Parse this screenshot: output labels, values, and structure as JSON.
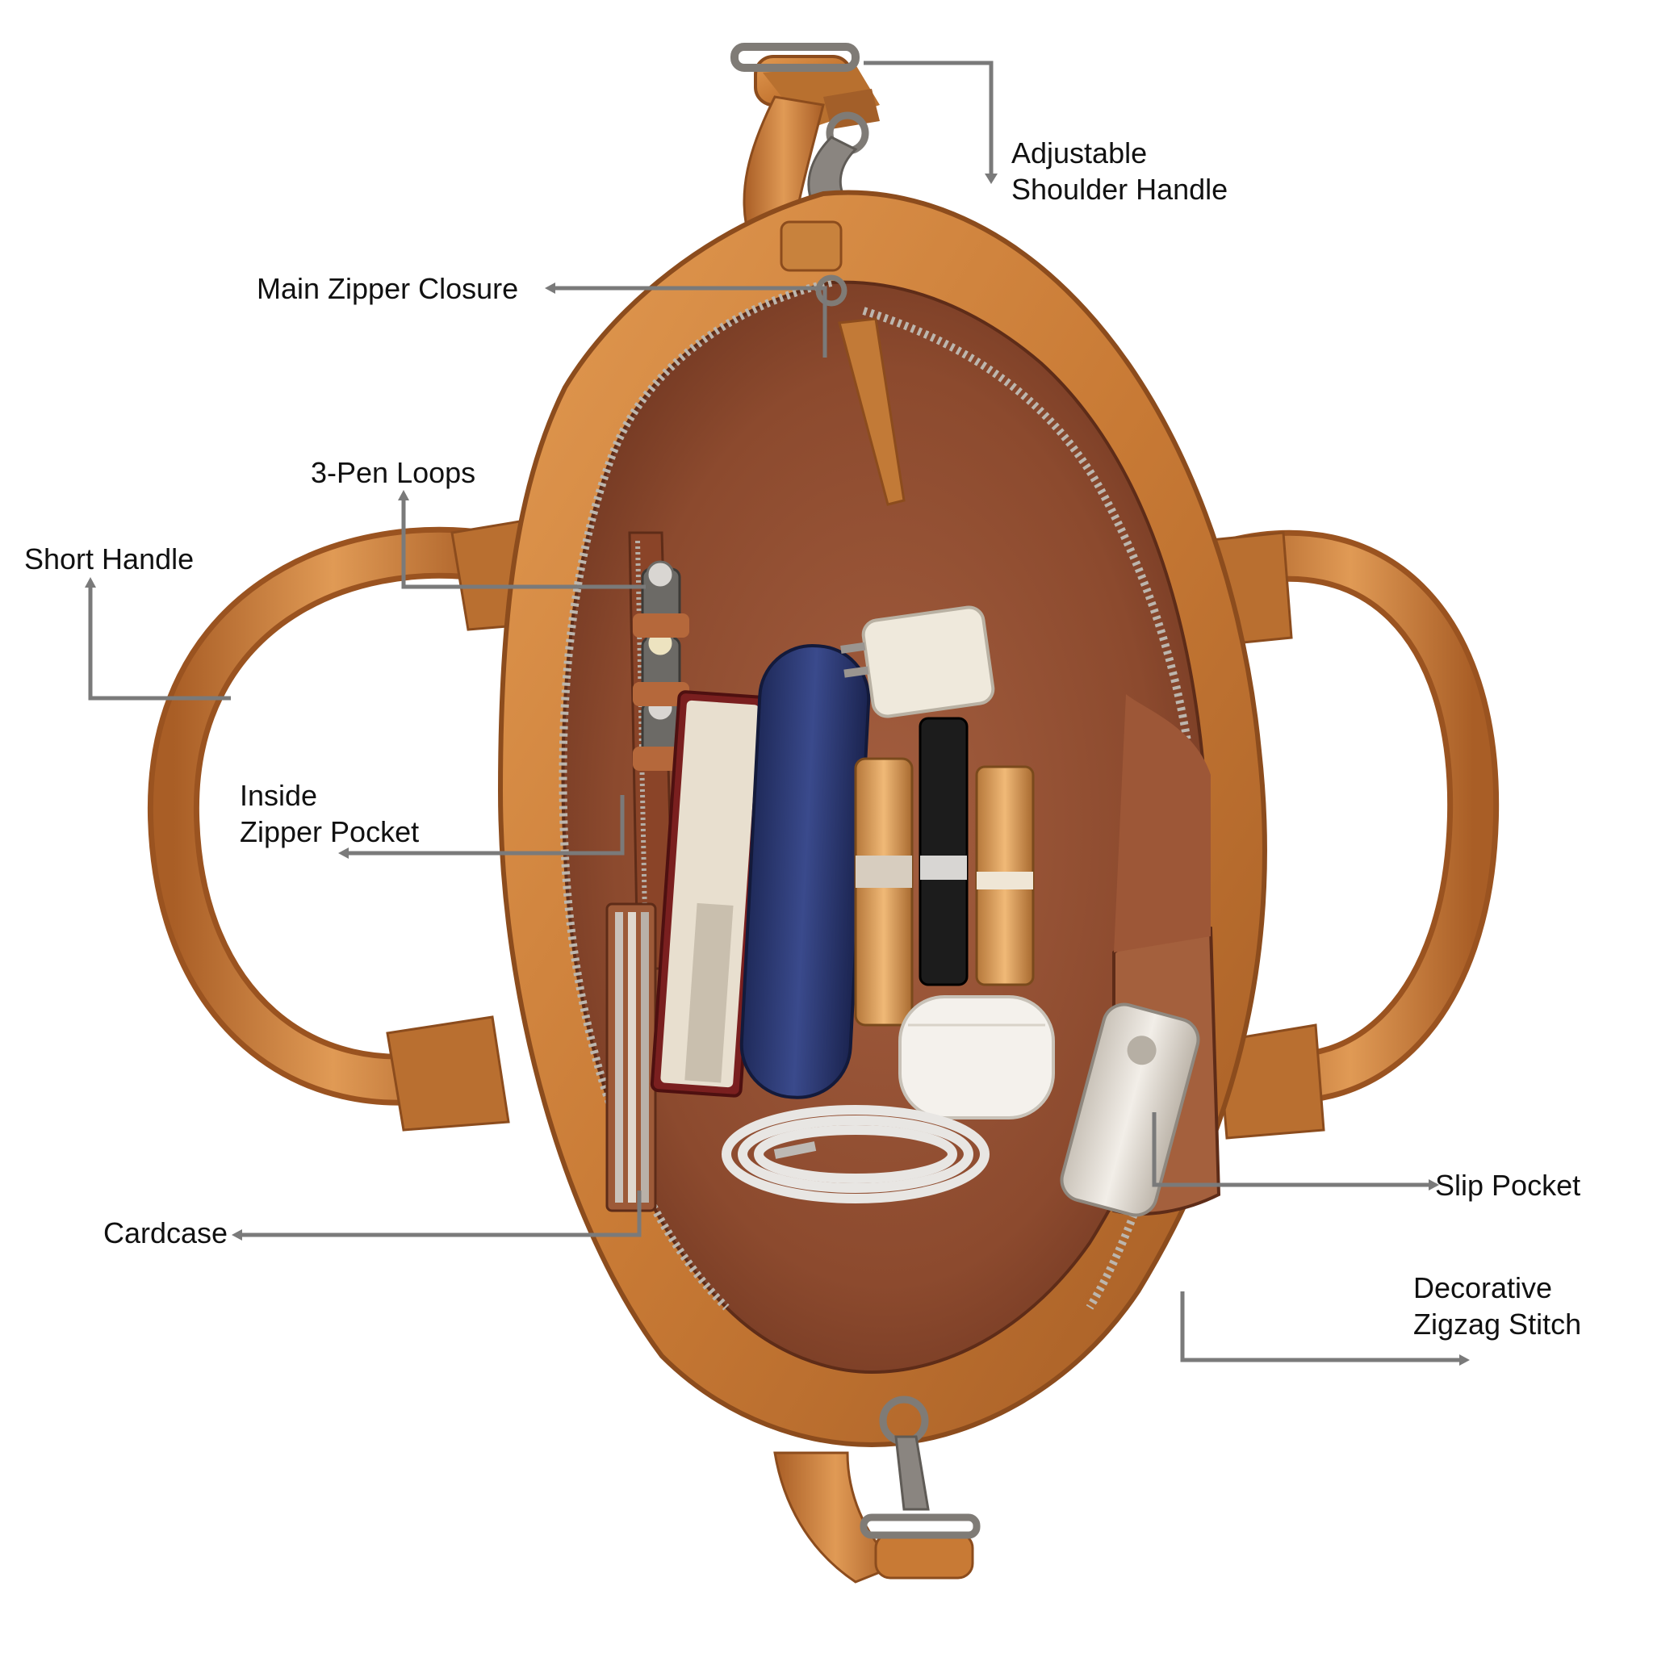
{
  "colors": {
    "background": "#ffffff",
    "leather": "#c87a35",
    "leather_dark": "#9a5320",
    "leather_light": "#e29a52",
    "lining": "#9b5535",
    "lining_dark": "#6e3520",
    "lining_light": "#b86a48",
    "metal": "#8a8580",
    "callout_line": "#7a7a7a",
    "label_text": "#111111"
  },
  "callouts": {
    "adjustable_shoulder_handle": {
      "line1": "Adjustable",
      "line2": "Shoulder Handle"
    },
    "main_zipper_closure": {
      "text": "Main Zipper Closure"
    },
    "three_pen_loops": {
      "text": "3-Pen Loops"
    },
    "short_handle": {
      "text": "Short Handle"
    },
    "inside_zipper_pocket": {
      "line1": "Inside",
      "line2": "Zipper Pocket"
    },
    "cardcase": {
      "text": "Cardcase"
    },
    "slip_pocket": {
      "text": "Slip Pocket"
    },
    "decorative_zigzag_stitch": {
      "line1": "Decorative",
      "line2": "Zigzag Stitch"
    }
  }
}
